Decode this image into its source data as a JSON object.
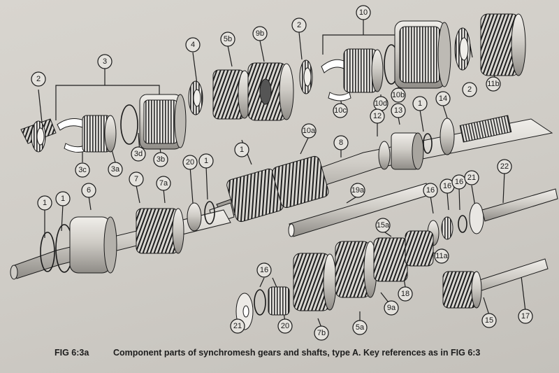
{
  "caption": {
    "figure_number": "FIG 6:3a",
    "text": "Component parts of synchromesh gears and shafts, type A. Key references as in FIG 6:3"
  },
  "callouts": [
    "2",
    "3",
    "3c",
    "3a",
    "3d",
    "3b",
    "4",
    "5b",
    "9b",
    "2",
    "10",
    "10c",
    "10d",
    "10b",
    "2",
    "11b",
    "1",
    "10a",
    "8",
    "12",
    "13",
    "1",
    "14",
    "20",
    "1",
    "1",
    "1",
    "6",
    "7",
    "7a",
    "19a",
    "16",
    "16",
    "16",
    "21",
    "22",
    "15a",
    "11a",
    "16",
    "21",
    "20",
    "7b",
    "5a",
    "9a",
    "18",
    "15",
    "17"
  ]
}
